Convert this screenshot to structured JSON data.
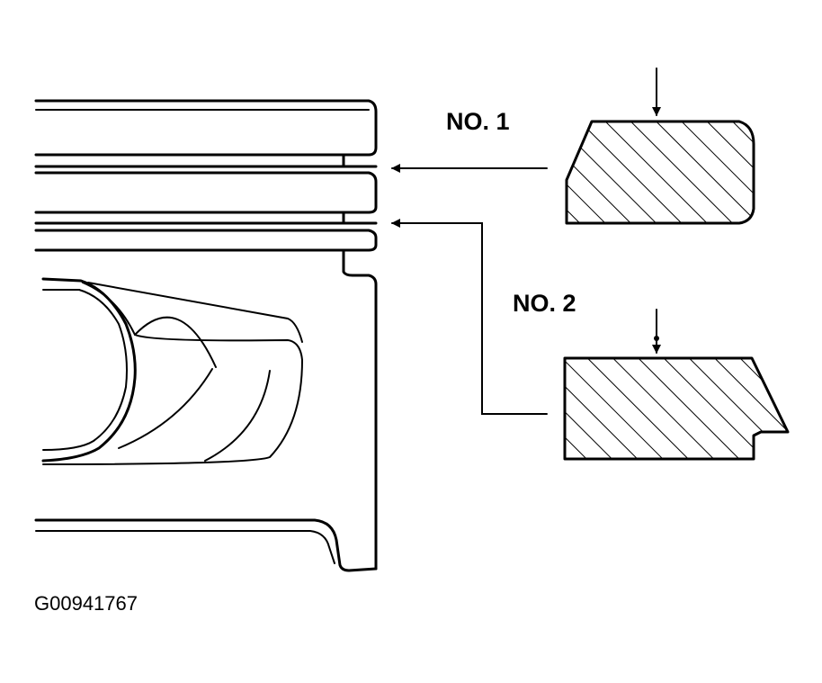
{
  "labels": {
    "ring1": "NO. 1",
    "ring2": "NO. 2",
    "figure_id": "G00941767"
  },
  "colors": {
    "ink": "#000000",
    "paper": "#ffffff"
  }
}
